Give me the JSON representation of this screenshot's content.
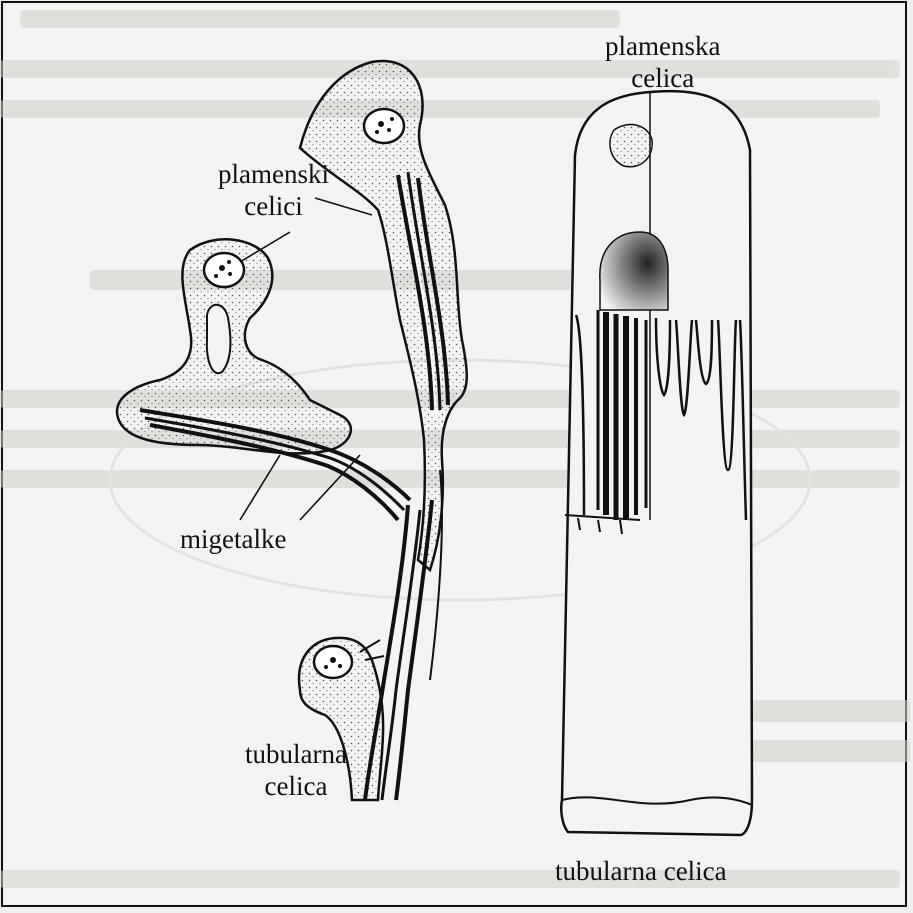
{
  "labels": {
    "plamenska_celica_line1": "plamenska",
    "plamenska_celica_line2": "celica",
    "plamenski_celici_line1": "plamenski",
    "plamenski_celici_line2": "celici",
    "migetalke": "migetalke",
    "tubularna_celica_left_line1": "tubularna",
    "tubularna_celica_left_line2": "celica",
    "tubularna_celica_right": "tubularna celica"
  },
  "colors": {
    "ink": "#111111",
    "paper": "#f3f3f1",
    "bleed": "#c9c9c6",
    "stipple": "#444444"
  }
}
